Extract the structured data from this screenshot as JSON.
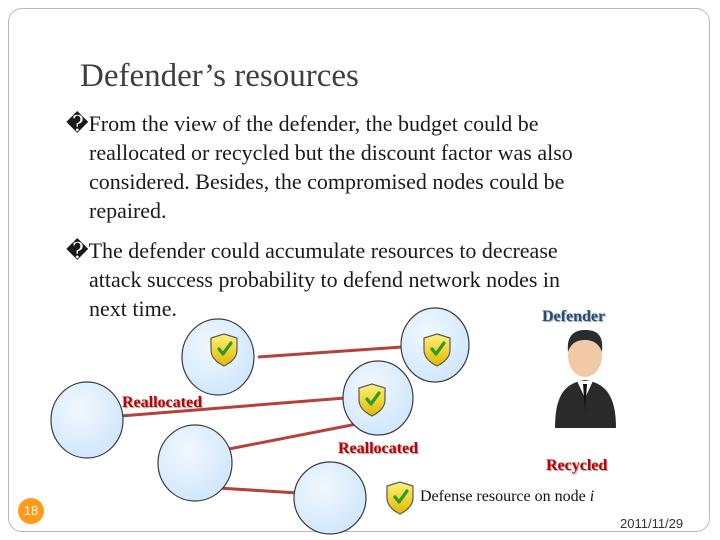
{
  "slide": {
    "title": "Defender’s resources",
    "bullets": [
      {
        "marker": "�",
        "lines": [
          "From the view of the defender, the budget could be",
          "reallocated or recycled but the discount factor was also",
          "considered. Besides, the compromised nodes could be",
          "repaired."
        ]
      },
      {
        "marker": "�",
        "lines": [
          "The defender could accumulate resources to decrease",
          "attack success probability to defend network nodes in",
          "next time."
        ]
      }
    ],
    "page_number": "18",
    "date": "2011/11/29"
  },
  "diagram": {
    "defender_label": "Defender",
    "reallocated_label_1": "Reallocated",
    "reallocated_label_2": "Reallocated",
    "recycled_label": "Recycled",
    "legend_text": "Defense resource on node",
    "legend_var": "i",
    "colors": {
      "node_fill": "#dbeeff",
      "node_stroke": "#3b3b3b",
      "edge": "#b5413a",
      "shield": "#f6d10f",
      "label_red": "#c00000",
      "label_blue": "#1f4e79"
    },
    "icons": [
      "shield-check-icon",
      "person-icon"
    ]
  }
}
